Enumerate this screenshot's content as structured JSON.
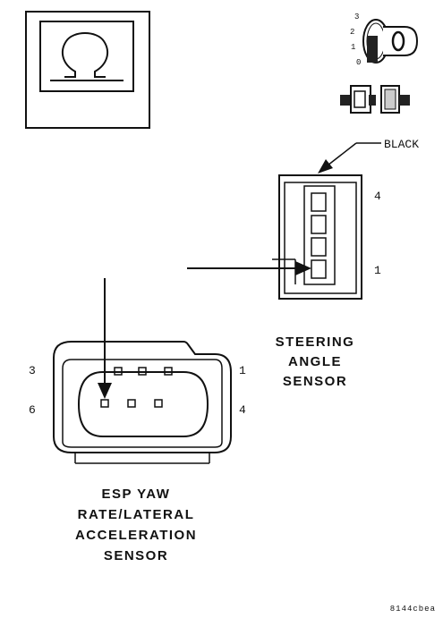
{
  "ohmmeter": {
    "symbol": "Ω"
  },
  "ignition": {
    "positions": [
      "3",
      "2",
      "1",
      "0"
    ]
  },
  "steering_connector": {
    "wire_color_label": "BLACK",
    "pin_top": "4",
    "pin_bottom": "1",
    "caption": [
      "STEERING",
      "ANGLE",
      "SENSOR"
    ]
  },
  "esp_connector": {
    "pin_top_left": "3",
    "pin_top_right": "1",
    "pin_bottom_left": "6",
    "pin_bottom_right": "4",
    "caption": [
      "ESP YAW",
      "RATE/LATERAL",
      "ACCELERATION",
      "SENSOR"
    ]
  },
  "figure_ref": "8144cbea"
}
